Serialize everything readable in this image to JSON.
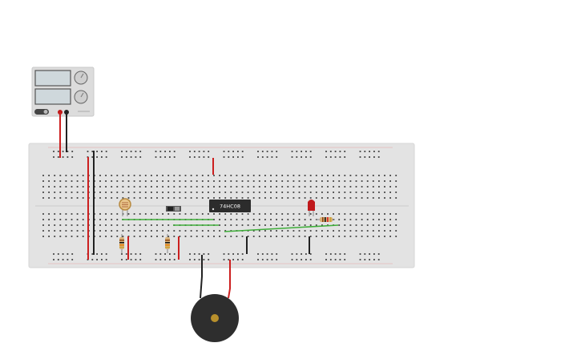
{
  "ic": {
    "label": "74HC08"
  },
  "colors": {
    "background": "#ffffff",
    "breadboard": "#e3e3e3",
    "hole": "#3f3f3f",
    "rail_red": "#d22b2b",
    "rail_black": "#222222",
    "wire_red": "#cc1f1f",
    "wire_black": "#222222",
    "wire_green": "#3fae3a",
    "ic_body": "#2c2c2c",
    "led": "#c0191c",
    "buzzer_body": "#2e2e2e",
    "buzzer_center": "#b8902c",
    "power_supply": "#dcdcdc"
  },
  "components": [
    {
      "name": "power-supply",
      "icon": "power-supply-icon"
    },
    {
      "name": "breadboard",
      "icon": "breadboard-icon"
    },
    {
      "name": "photoresistor",
      "icon": "ldr-icon"
    },
    {
      "name": "slide-switch",
      "icon": "switch-icon"
    },
    {
      "name": "and-gate-ic",
      "icon": "ic-chip-icon"
    },
    {
      "name": "red-led",
      "icon": "led-icon"
    },
    {
      "name": "resistor",
      "icon": "resistor-icon"
    },
    {
      "name": "piezo-buzzer",
      "icon": "buzzer-icon"
    }
  ]
}
